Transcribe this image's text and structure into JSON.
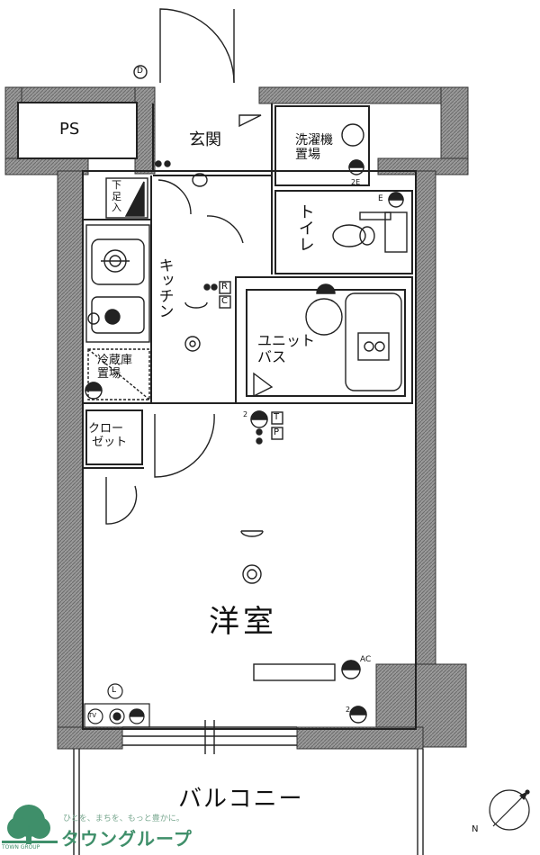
{
  "rooms": {
    "ps": "PS",
    "entrance": "玄関",
    "washer": "洗濯機\n置場",
    "shoe_box": "下\n足\n入",
    "toilet": "トイレ",
    "kitchen": "キッチン",
    "unit_bath": "ユニット\nバス",
    "fridge": "冷蔵庫\n置場",
    "closet": "クロー\n ゼット",
    "western_room": "洋室",
    "balcony": "バルコニー"
  },
  "symbols": {
    "d": "D",
    "e": "E",
    "r": "R",
    "c": "C",
    "tel": "T",
    "p": "P",
    "ac": "AC",
    "l": "L",
    "tv": "TV",
    "two_e": "2E",
    "two": "2",
    "n": "N"
  },
  "branding": {
    "tagline": "ひとを、まちを、もっと豊かに。",
    "name": "タウングループ",
    "group": "TOWN GROUP"
  },
  "colors": {
    "wall": "#8a8a8a",
    "line": "#222222",
    "brand": "#3f8f6a"
  }
}
